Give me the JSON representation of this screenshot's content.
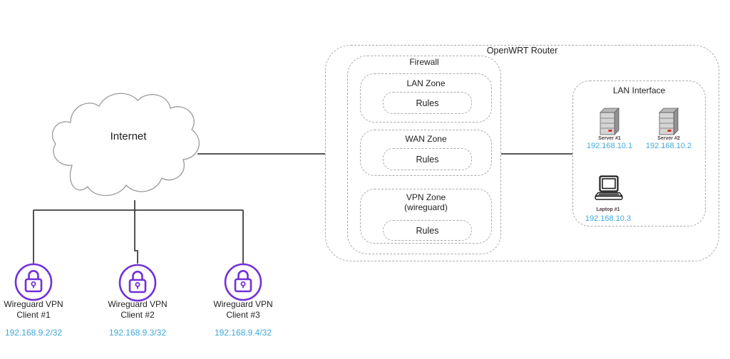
{
  "diagram": {
    "internet": {
      "label": "Internet"
    },
    "router": {
      "label": "OpenWRT Router",
      "firewall": {
        "label": "Firewall",
        "zones": [
          {
            "label": "LAN Zone",
            "rules": "Rules"
          },
          {
            "label": "WAN Zone",
            "rules": "Rules"
          },
          {
            "label": "VPN Zone",
            "sublabel": "(wireguard)",
            "rules": "Rules"
          }
        ]
      },
      "lan_interface": {
        "label": "LAN Interface",
        "devices": [
          {
            "name": "Server #1",
            "ip": "192.168.10.1",
            "icon": "server-icon"
          },
          {
            "name": "Server #2",
            "ip": "192.168.10.2",
            "icon": "server-icon"
          },
          {
            "name": "Laptop #1",
            "ip": "192.168.10.3",
            "icon": "laptop-icon"
          }
        ]
      }
    },
    "vpn_clients": [
      {
        "label_line1": "Wireguard VPN",
        "label_line2": "Client #1",
        "ip": "192.168.9.2/32",
        "icon": "lock-icon"
      },
      {
        "label_line1": "Wireguard VPN",
        "label_line2": "Client #2",
        "ip": "192.168.9.3/32",
        "icon": "lock-icon"
      },
      {
        "label_line1": "Wireguard VPN",
        "label_line2": "Client #3",
        "ip": "192.168.9.4/32",
        "icon": "lock-icon"
      }
    ],
    "colors": {
      "vpn_client_purple": "#7130d8",
      "ip_blue": "#3fa9dc",
      "device_label_maroon": "#513c3c",
      "connector_gray": "#3f3f3f",
      "dashed_border_gray": "#ababab"
    }
  }
}
